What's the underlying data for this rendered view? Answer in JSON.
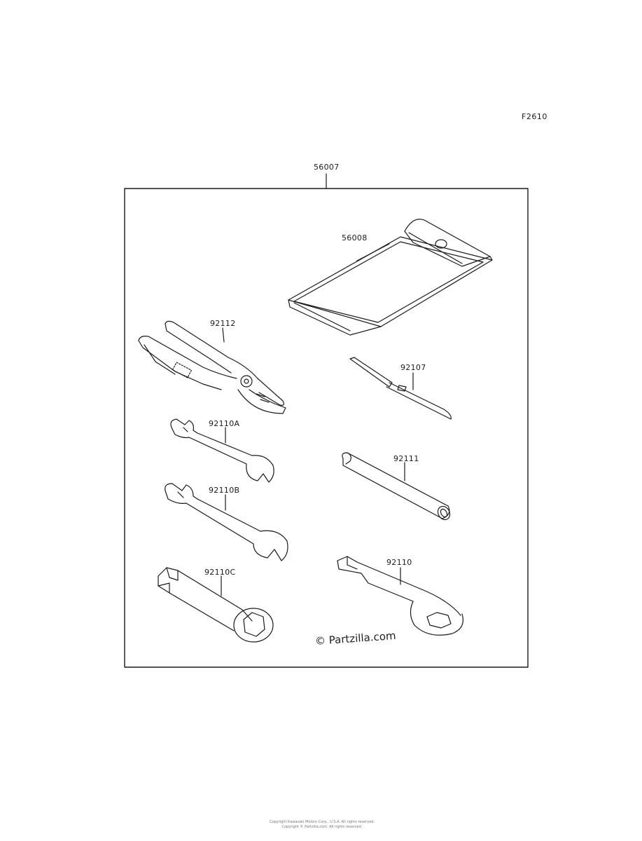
{
  "diagram": {
    "figure_code": "F2610",
    "assembly_part": "56007",
    "parts": {
      "case": "56008",
      "pliers": "92112",
      "screwdriver": "92107",
      "wrench_a": "92110A",
      "wrench_b": "92110B",
      "handle": "92111",
      "socket": "92110C",
      "ring_wrench": "92110"
    },
    "watermark": "© Partzilla.com",
    "footer_line1": "Copyright Kawasaki Motors Corp., U.S.A. All rights reserved.",
    "footer_line2": "Copyright © Partzilla.com. All rights reserved."
  }
}
